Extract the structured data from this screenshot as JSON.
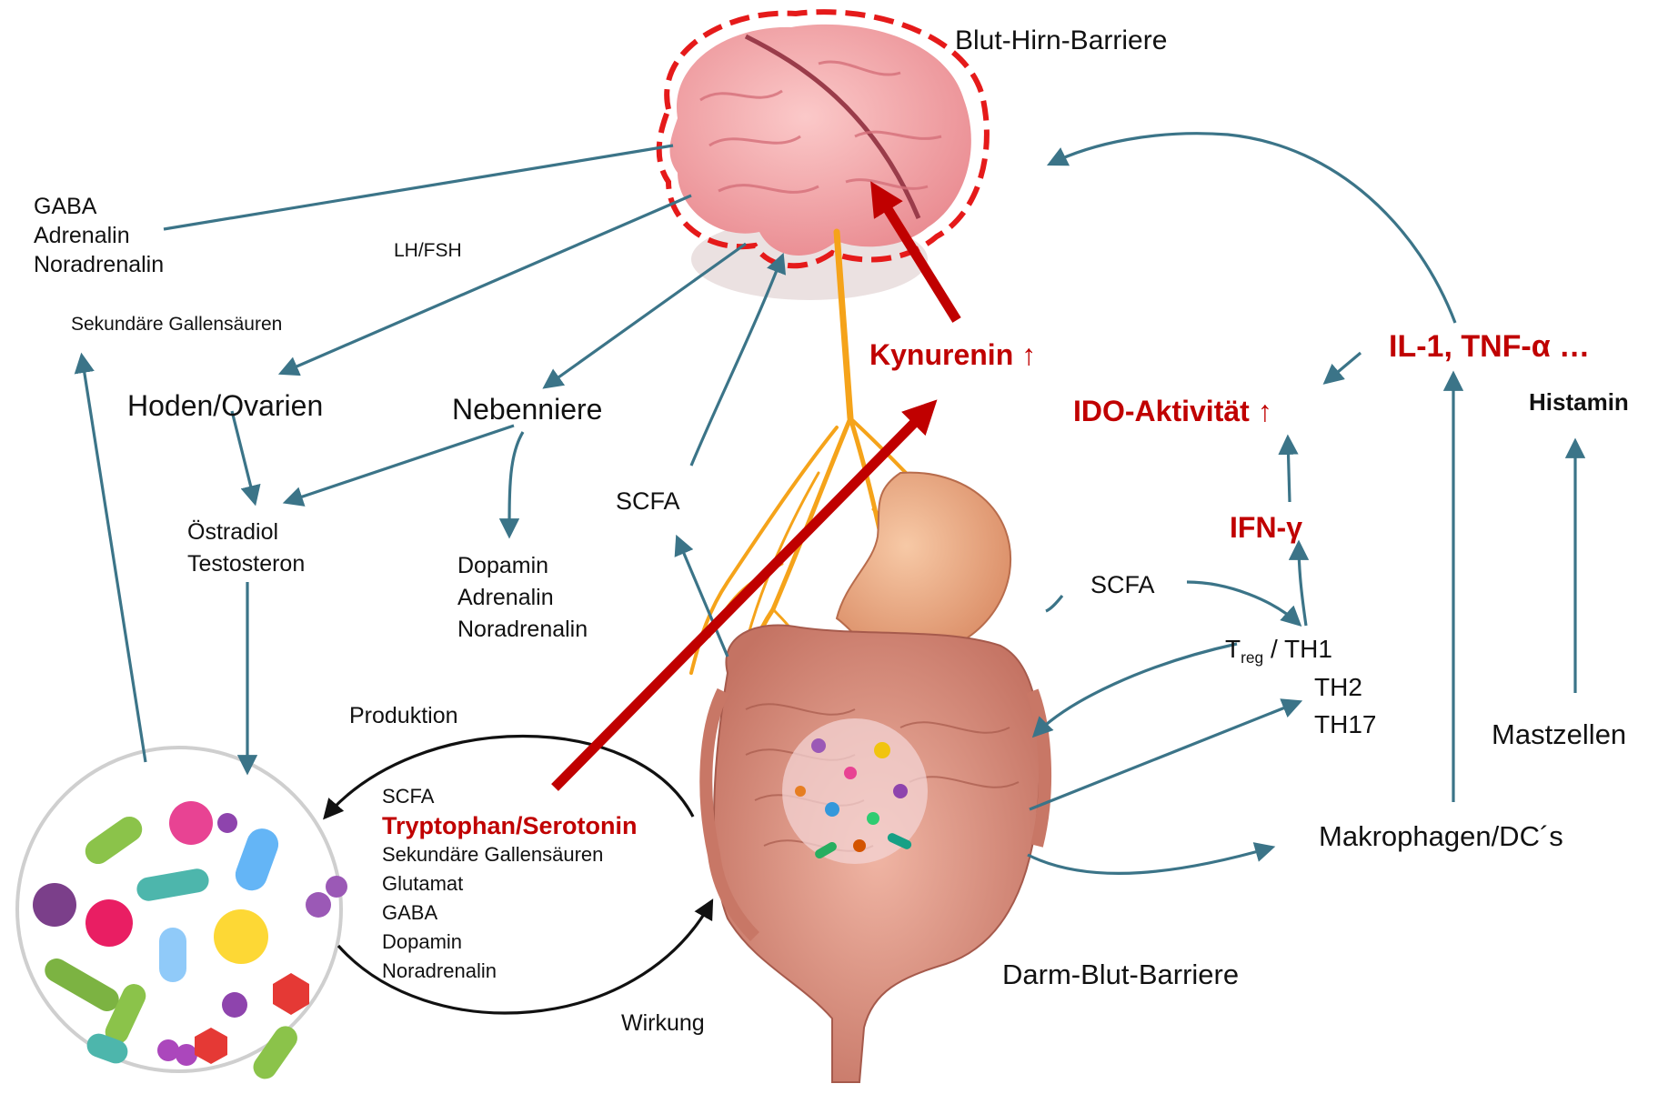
{
  "labels": {
    "blood_brain_barrier": "Blut-Hirn-Barriere",
    "brain_neuro_list": [
      "GABA",
      "Adrenalin",
      "Noradrenalin"
    ],
    "lh_fsh": "LH/FSH",
    "secondary_bile_acids_top": "Sekundäre Gallensäuren",
    "gonads": "Hoden/Ovarien",
    "adrenal": "Nebenniere",
    "sex_hormones": [
      "Östradiol",
      "Testosteron"
    ],
    "adrenal_hormones": [
      "Dopamin",
      "Adrenalin",
      "Noradrenalin"
    ],
    "scfa_left": "SCFA",
    "kynurenine": "Kynurenin ↑",
    "ido": "IDO-Aktivität ↑",
    "cytokines": "IL-1, TNF-α …",
    "histamine": "Histamin",
    "ifn": "IFN-γ",
    "scfa_gut": "SCFA",
    "treg": "T",
    "treg_sub": "reg",
    "th1": "/ TH1",
    "th2": "TH2",
    "th17": "TH17",
    "mast_cells": "Mastzellen",
    "macrophages": "Makrophagen/DC´s",
    "production": "Produktion",
    "effect": "Wirkung",
    "gut_blood_barrier": "Darm-Blut-Barriere",
    "metabolites_head": "SCFA",
    "metabolites_highlight": "Tryptophan/Serotonin",
    "metabolites": [
      "Sekundäre Gallensäuren",
      "Glutamat",
      "GABA",
      "Dopamin",
      "Noradrenalin"
    ]
  },
  "colors": {
    "arrow_teal": "#3b7488",
    "highlight_red": "#c00000",
    "nerve_orange": "#f5a31a",
    "brain_pink": "#f2a0a4",
    "microbiome_circle": "#cfcfcf"
  }
}
